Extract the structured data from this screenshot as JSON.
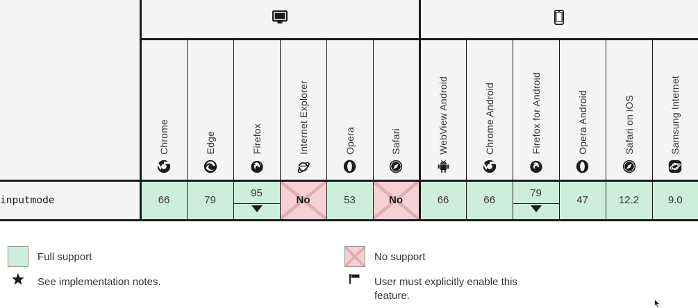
{
  "table": {
    "feature_name": "inputmode",
    "platforms": [
      {
        "name": "Desktop",
        "icon": "desktop-monitor-icon",
        "span": 6
      },
      {
        "name": "Mobile",
        "icon": "mobile-phone-icon",
        "span": 6
      }
    ],
    "browsers": [
      {
        "name": "Chrome",
        "logo": "chrome-logo-icon",
        "platform": "Desktop"
      },
      {
        "name": "Edge",
        "logo": "edge-logo-icon",
        "platform": "Desktop"
      },
      {
        "name": "Firefox",
        "logo": "firefox-logo-icon",
        "platform": "Desktop"
      },
      {
        "name": "Internet Explorer",
        "logo": "internet-explorer-logo-icon",
        "platform": "Desktop"
      },
      {
        "name": "Opera",
        "logo": "opera-logo-icon",
        "platform": "Desktop"
      },
      {
        "name": "Safari",
        "logo": "safari-logo-icon",
        "platform": "Desktop"
      },
      {
        "name": "WebView Android",
        "logo": "android-webview-logo-icon",
        "platform": "Mobile"
      },
      {
        "name": "Chrome Android",
        "logo": "chrome-logo-icon",
        "platform": "Mobile"
      },
      {
        "name": "Firefox for Android",
        "logo": "firefox-logo-icon",
        "platform": "Mobile"
      },
      {
        "name": "Opera Android",
        "logo": "opera-logo-icon",
        "platform": "Mobile"
      },
      {
        "name": "Safari on iOS",
        "logo": "safari-logo-icon",
        "platform": "Mobile"
      },
      {
        "name": "Samsung Internet",
        "logo": "samsung-internet-logo-icon",
        "platform": "Mobile"
      }
    ],
    "support": [
      {
        "browser": "Chrome",
        "value": "66",
        "state": "yes",
        "expandable": false
      },
      {
        "browser": "Edge",
        "value": "79",
        "state": "yes",
        "expandable": false
      },
      {
        "browser": "Firefox",
        "value": "95",
        "state": "yes",
        "expandable": true
      },
      {
        "browser": "Internet Explorer",
        "value": "No",
        "state": "no",
        "expandable": false
      },
      {
        "browser": "Opera",
        "value": "53",
        "state": "yes",
        "expandable": false
      },
      {
        "browser": "Safari",
        "value": "No",
        "state": "no",
        "expandable": false
      },
      {
        "browser": "WebView Android",
        "value": "66",
        "state": "yes",
        "expandable": false
      },
      {
        "browser": "Chrome Android",
        "value": "66",
        "state": "yes",
        "expandable": false
      },
      {
        "browser": "Firefox for Android",
        "value": "79",
        "state": "yes",
        "expandable": true
      },
      {
        "browser": "Opera Android",
        "value": "47",
        "state": "yes",
        "expandable": false
      },
      {
        "browser": "Safari on iOS",
        "value": "12.2",
        "state": "yes",
        "expandable": false
      },
      {
        "browser": "Samsung Internet",
        "value": "9.0",
        "state": "yes",
        "expandable": false
      }
    ]
  },
  "legend": {
    "left": [
      {
        "kind": "swatch",
        "swatch": "yes",
        "label": "Full support"
      },
      {
        "kind": "glyph",
        "glyph": "star-icon",
        "label": "See implementation notes."
      }
    ],
    "right": [
      {
        "kind": "swatch",
        "swatch": "no",
        "label": "No support"
      },
      {
        "kind": "glyph",
        "glyph": "flag-icon",
        "label": "User must explicitly enable this feature."
      }
    ]
  },
  "colors": {
    "full_support": "#cdeedd",
    "no_support": "#f5d0d4",
    "no_support_hatch": "#e0aeb2",
    "border": "#1b1b1b",
    "header_bg": "#f4f4f4",
    "text": "#343434"
  }
}
